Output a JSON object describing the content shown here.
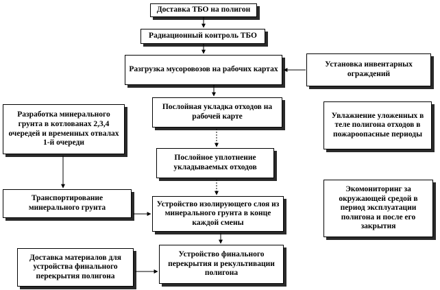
{
  "diagram": {
    "nodes": {
      "delivery": "Доставка ТБО на полигон",
      "radiation": "Радиационный контроль ТБО",
      "unloading": "Разгрузка мусоровозов на рабочих картах",
      "fences": "Установка инвентарных ограждений",
      "excavation": "Разработка минерального грунта в котлованах  2,3,4 очередей и временных отвалах  1-й очереди",
      "laying": "Послойная укладка отходов  на рабочей карте",
      "moistening": "Увлажнение  уложенных в теле полигона отходов в пожароопасные периоды",
      "compaction": "Послойное уплотнение укладываемых  отходов",
      "transport": "Транспортирование минерального грунта",
      "isolating": "Устройство изолирующего слоя из минерального грунта в конце каждой смены",
      "monitoring": "Экомониторинг за окружающей средой в период эксплуатации полигона и после его закрытия",
      "materials": "Доставка материалов для устройства финального перекрытия полигона",
      "final": "Устройство  финального перекрытия и рекультивации полигона"
    }
  }
}
